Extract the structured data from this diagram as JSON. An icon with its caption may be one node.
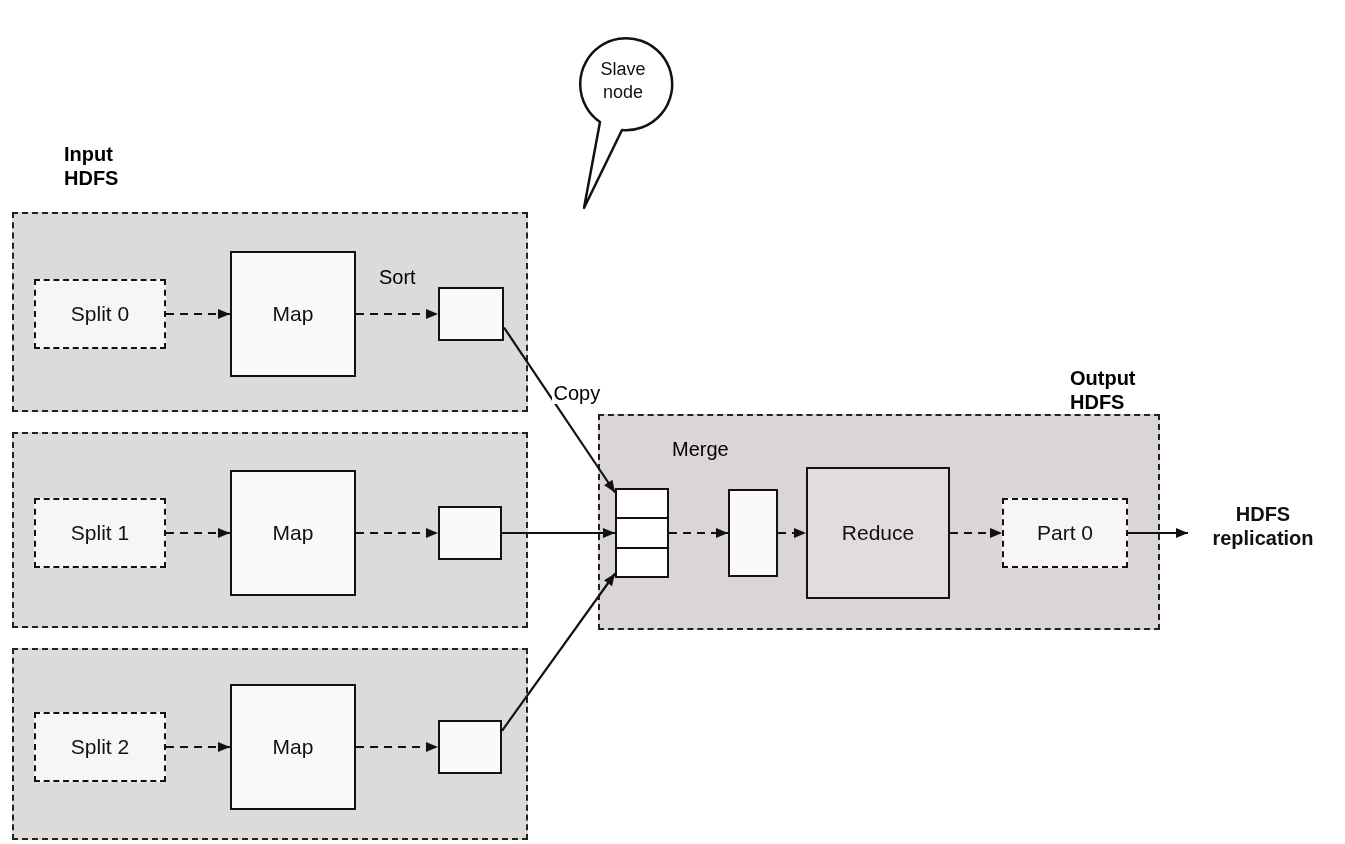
{
  "diagram": {
    "nodes": [
      {
        "text": [
          "Input HDFS"
        ]
      },
      {
        "text": [
          "Split 0"
        ],
        "in": 0
      },
      {
        "text": [
          "Map"
        ],
        "in": 0
      },
      {
        "text": [],
        "shape": "box",
        "in": 0
      },
      {
        "text": [],
        "shape": "box"
      },
      {
        "text": [
          "Split 1"
        ],
        "in": 4
      },
      {
        "text": [
          "Map"
        ],
        "in": 4
      },
      {
        "text": [],
        "shape": "box",
        "in": 4
      },
      {
        "text": [],
        "shape": "box"
      },
      {
        "text": [
          "Split 2"
        ],
        "in": 8
      },
      {
        "text": [
          "Map"
        ],
        "in": 8
      },
      {
        "text": [],
        "shape": "box",
        "in": 8
      },
      {
        "text": [
          "Output HDFS"
        ]
      },
      {
        "text": [],
        "shape": "box",
        "in": 12,
        "beside": [
          "Merge"
        ]
      },
      {
        "text": [],
        "shape": "box",
        "in": 12
      },
      {
        "text": [
          "Reduce"
        ],
        "in": 12
      },
      {
        "text": [
          "Part 0"
        ],
        "in": 12
      },
      {
        "text": [
          "HDFS replication"
        ]
      },
      {
        "text": [
          "Slave node"
        ]
      }
    ],
    "edges": [
      {
        "from": 1,
        "to": 2,
        "arrow": "to",
        "style": "dashed"
      },
      {
        "from": 2,
        "to": 3,
        "arrow": "to",
        "style": "dashed",
        "label": "Sort"
      },
      {
        "from": 5,
        "to": 6,
        "arrow": "to",
        "style": "dashed"
      },
      {
        "from": 6,
        "to": 7,
        "arrow": "to",
        "style": "dashed"
      },
      {
        "from": 9,
        "to": 10,
        "arrow": "to",
        "style": "dashed"
      },
      {
        "from": 10,
        "to": 11,
        "arrow": "to",
        "style": "dashed"
      },
      {
        "from": 3,
        "to": 13,
        "arrow": "to",
        "label": "Copy"
      },
      {
        "from": 7,
        "to": 13,
        "arrow": "to"
      },
      {
        "from": 11,
        "to": 13,
        "arrow": "to"
      },
      {
        "from": 13,
        "to": 14,
        "arrow": "to",
        "style": "dashed"
      },
      {
        "from": 14,
        "to": 15,
        "arrow": "to",
        "style": "dashed"
      },
      {
        "from": 15,
        "to": 16,
        "arrow": "to",
        "style": "dashed"
      },
      {
        "from": 16,
        "to": 17,
        "arrow": "to"
      }
    ]
  }
}
